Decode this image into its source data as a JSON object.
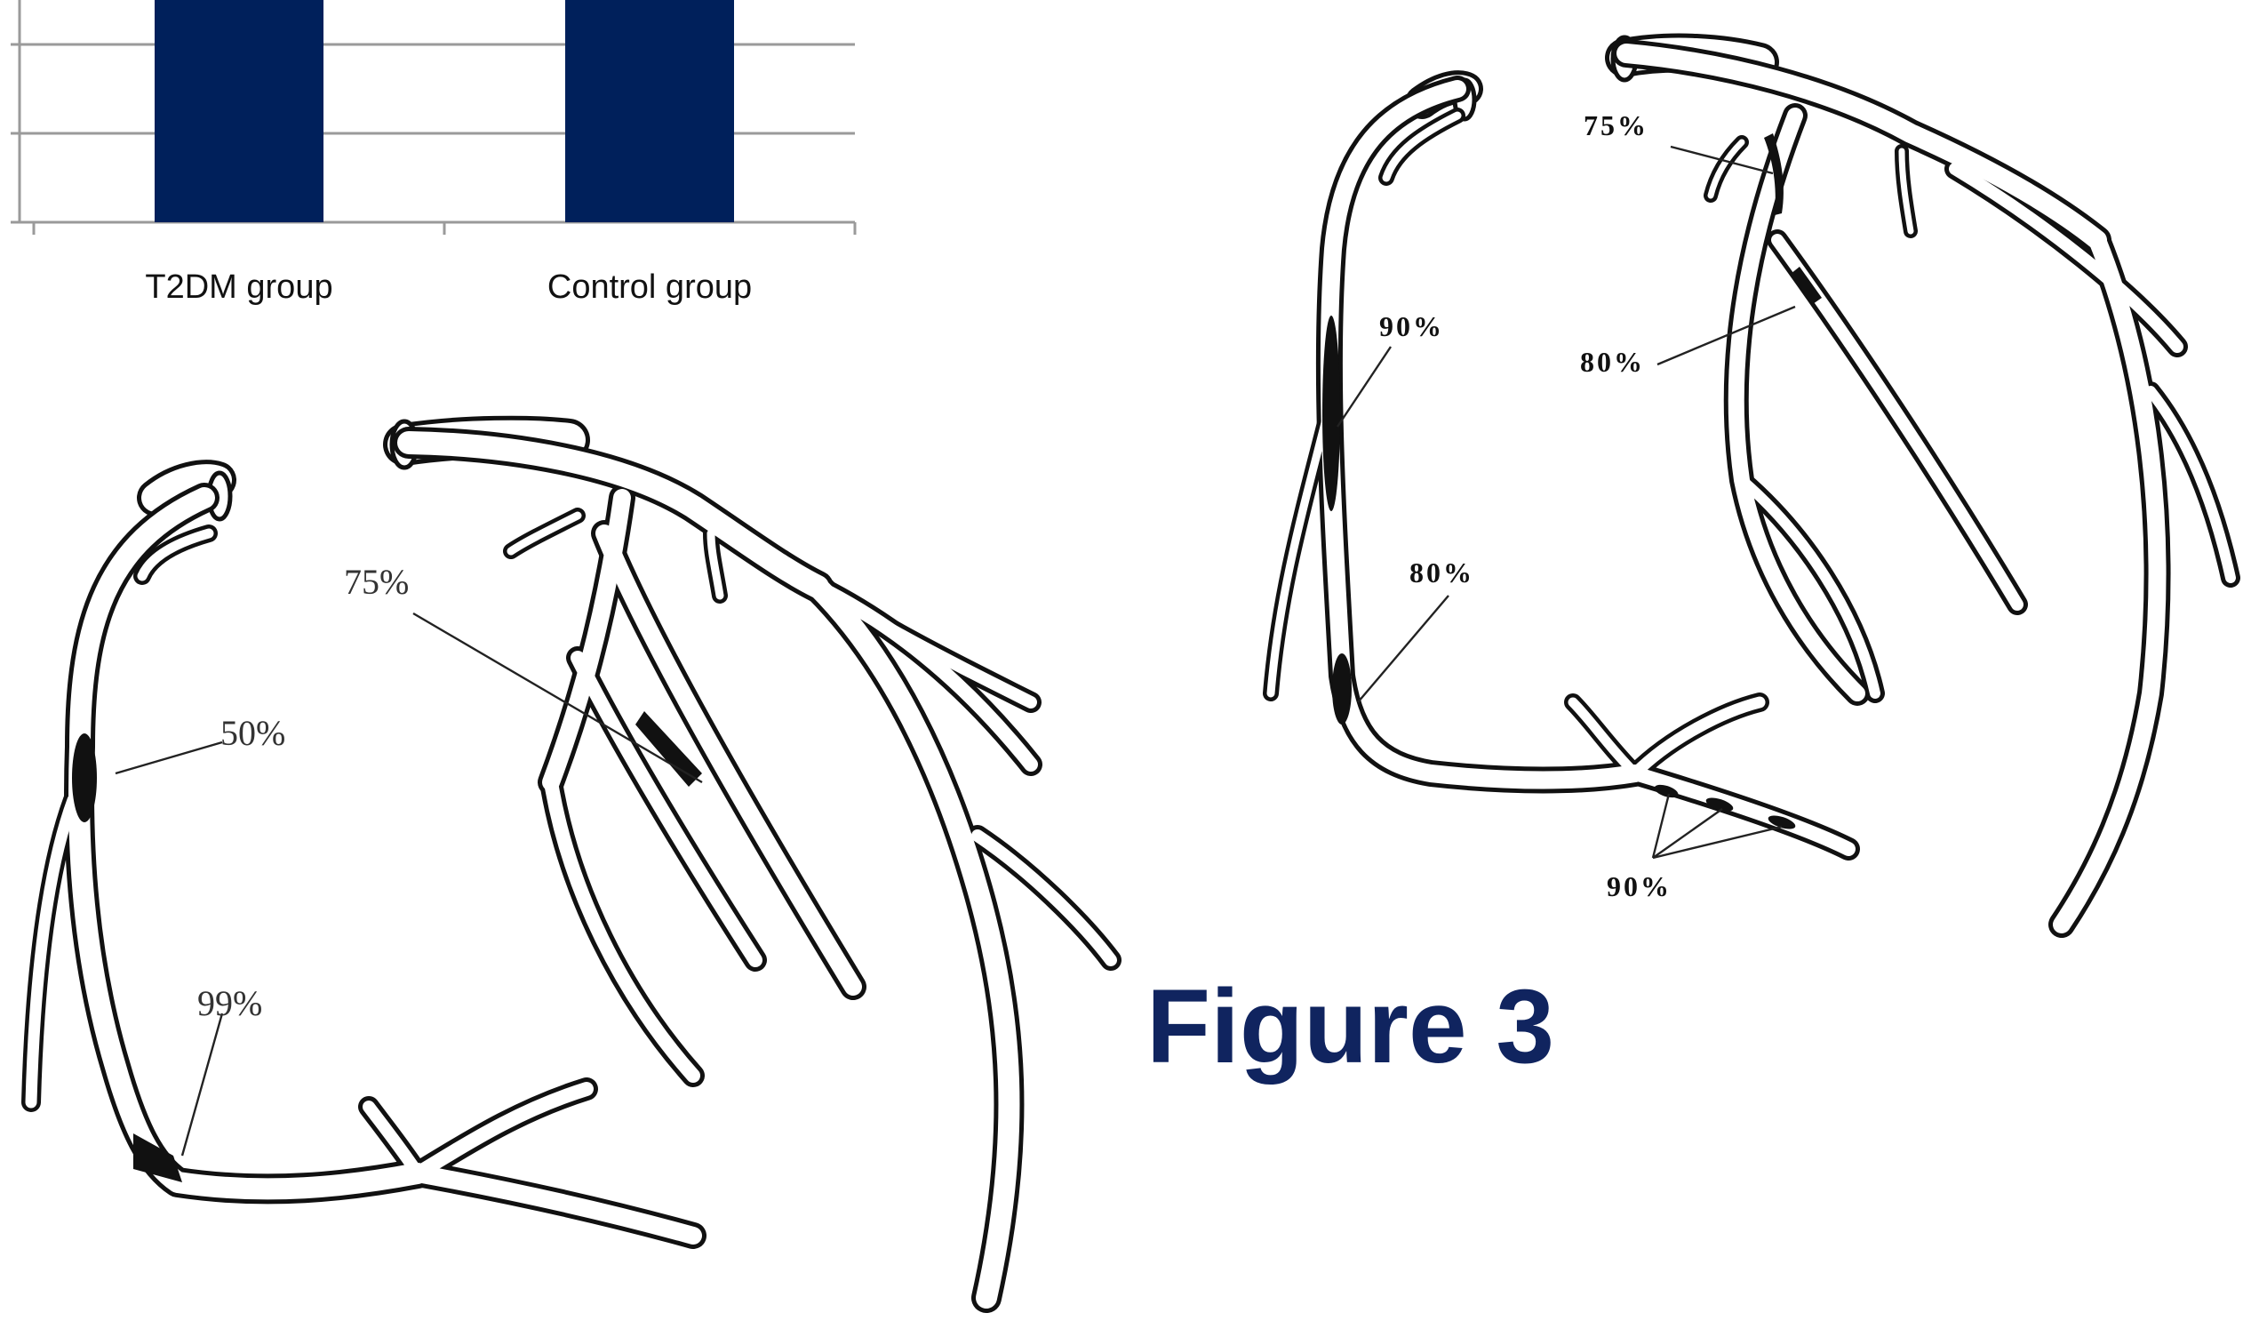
{
  "chart_data": {
    "type": "bar",
    "categories": [
      "T2DM group",
      "Control group"
    ],
    "values": [
      null,
      null
    ],
    "bar_color": "#00205b",
    "grid": true
  },
  "colors": {
    "bar": "#00205b",
    "figure_title": "#10245f",
    "vessel_outline": "#111111",
    "lesion": "#111111"
  },
  "diagram_left": {
    "labels": [
      "75%",
      "50%",
      "99%"
    ]
  },
  "diagram_right": {
    "labels": [
      "75%",
      "90%",
      "80%",
      "80%",
      "90%"
    ]
  },
  "figure_title": "Figure 3"
}
